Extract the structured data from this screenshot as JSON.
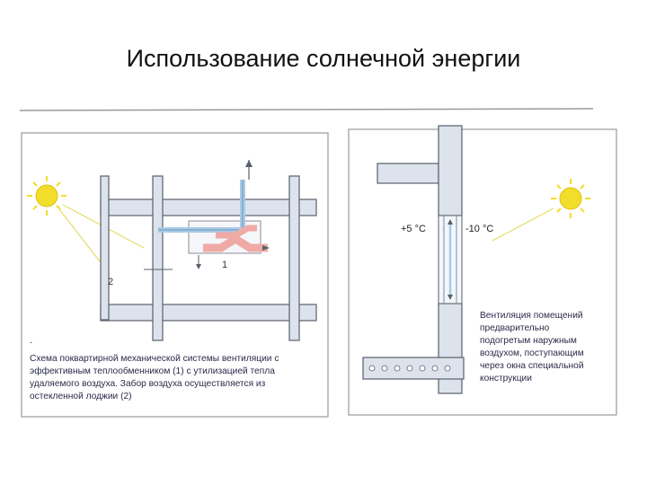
{
  "slide": {
    "title": "Использование солнечной энергии"
  },
  "left_diagram": {
    "label_1": "1",
    "label_2": "2",
    "caption_lines": [
      "Схема поквартирной механической системы вентиляции с",
      "эффективным теплообменником (1) с утилизацией тепла",
      "удаляемого воздуха. Забор воздуха осуществляется из",
      "остекленной лоджии (2)"
    ]
  },
  "right_diagram": {
    "temp_inside": "+5 °С",
    "temp_outside": "-10 °С",
    "caption_lines": [
      "Вентиляция помещений",
      "предварительно",
      "подогретым наружным",
      "воздухом, поступающим",
      "через окна специальной",
      "конструкции"
    ]
  },
  "colors": {
    "wall_fill": "#dde3ec",
    "wall_stroke": "#59606c",
    "sun": "#f2de2a",
    "cold_duct": "#a8cbe6",
    "warm_duct": "#f0aaa6",
    "text": "#2a2a4a"
  }
}
